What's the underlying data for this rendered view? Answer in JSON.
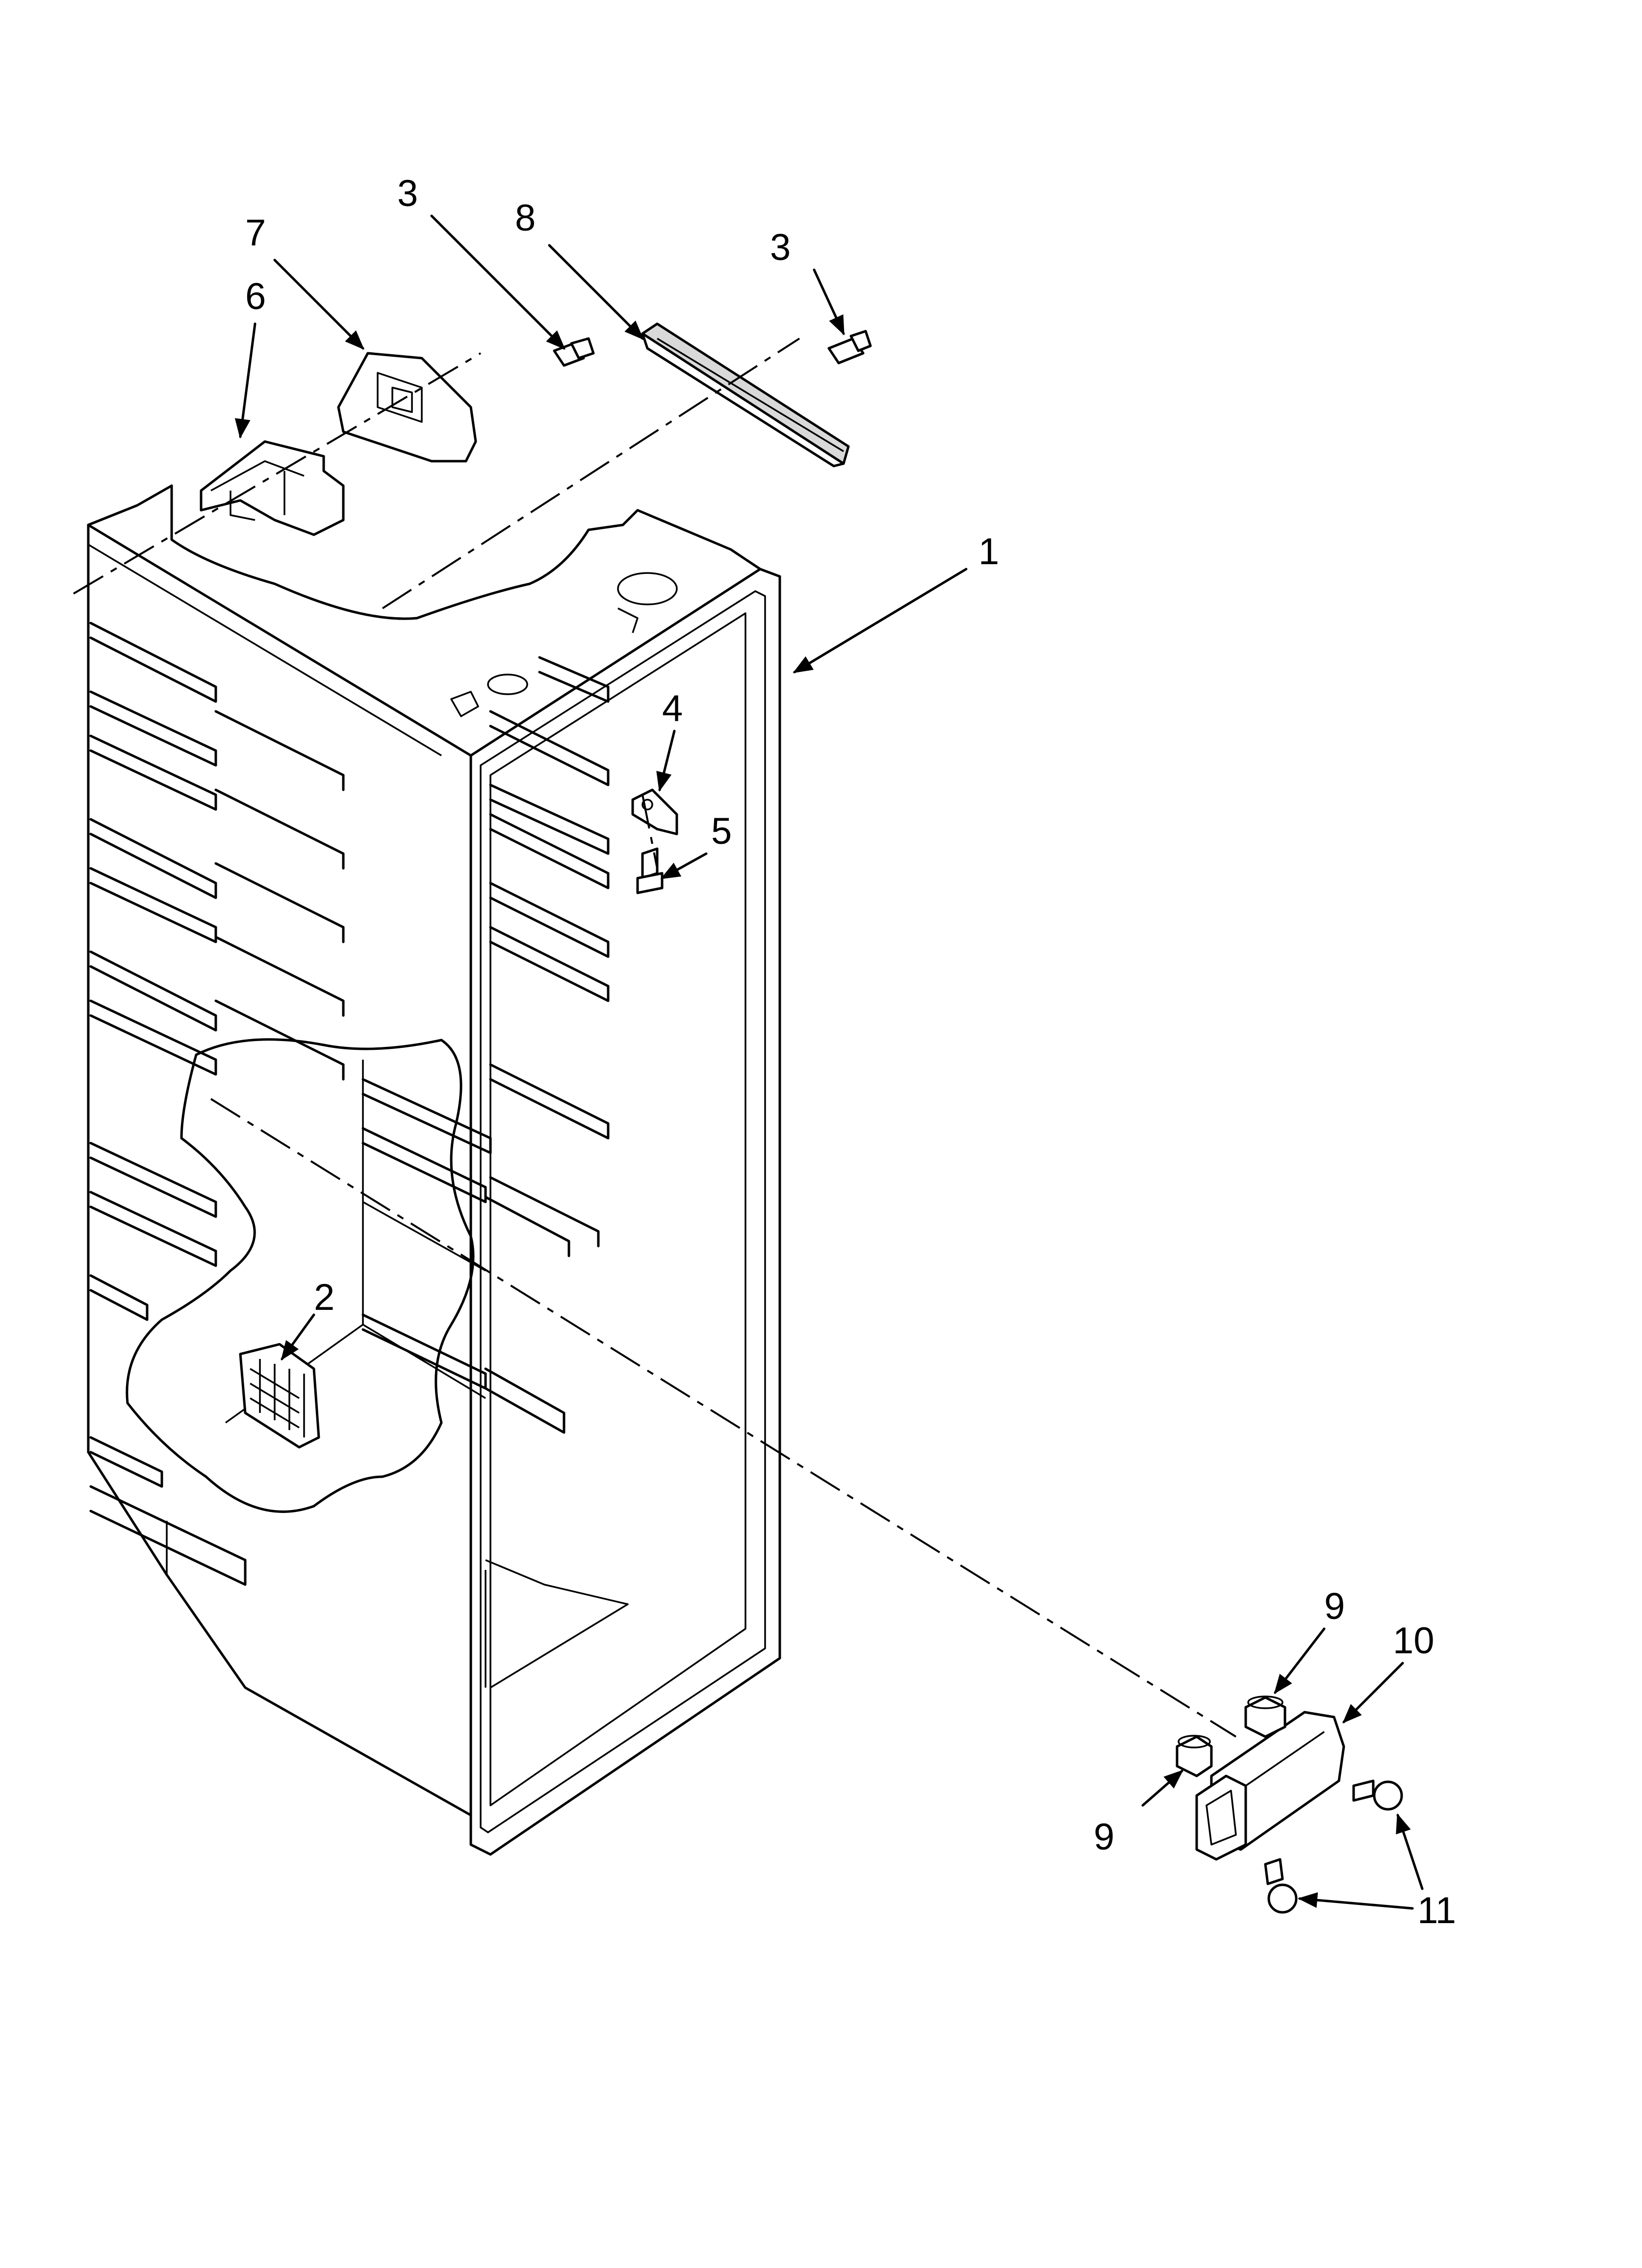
{
  "callouts": [
    {
      "id": "label-1",
      "text": "1"
    },
    {
      "id": "label-2",
      "text": "2"
    },
    {
      "id": "label-3a",
      "text": "3"
    },
    {
      "id": "label-3b",
      "text": "3"
    },
    {
      "id": "label-4",
      "text": "4"
    },
    {
      "id": "label-5",
      "text": "5"
    },
    {
      "id": "label-6",
      "text": "6"
    },
    {
      "id": "label-7",
      "text": "7"
    },
    {
      "id": "label-8",
      "text": "8"
    },
    {
      "id": "label-9a",
      "text": "9"
    },
    {
      "id": "label-9b",
      "text": "9"
    },
    {
      "id": "label-10",
      "text": "10"
    },
    {
      "id": "label-11",
      "text": "11"
    }
  ],
  "colors": {
    "line": "#000000",
    "background": "#ffffff",
    "part_shade": "#d9d9d9"
  }
}
